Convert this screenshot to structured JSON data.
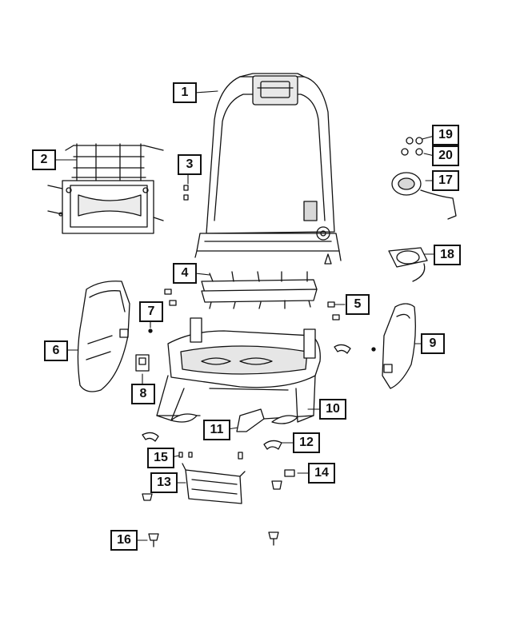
{
  "callouts": [
    "1",
    "2",
    "3",
    "4",
    "5",
    "6",
    "7",
    "8",
    "9",
    "10",
    "11",
    "12",
    "13",
    "14",
    "15",
    "16",
    "17",
    "18",
    "19",
    "20"
  ],
  "colors": {
    "line": "#111111",
    "fill": "#ffffff",
    "shade": "#d8d8d8",
    "dark": "#555555"
  }
}
